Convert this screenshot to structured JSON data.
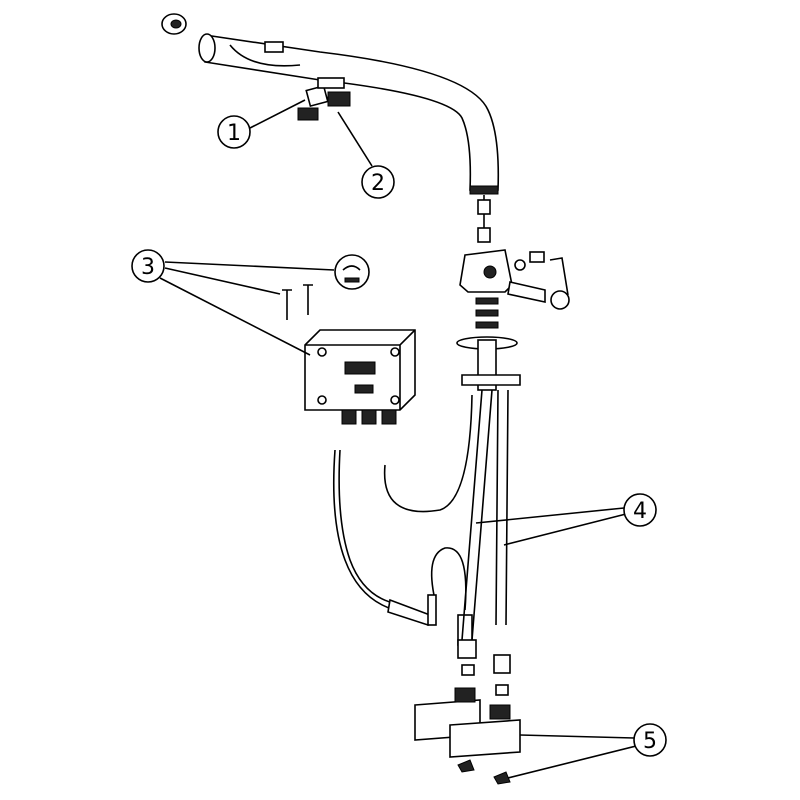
{
  "diagram": {
    "type": "exploded-parts-view",
    "callouts": [
      {
        "id": "1",
        "label": "1"
      },
      {
        "id": "2",
        "label": "2"
      },
      {
        "id": "3",
        "label": "3"
      },
      {
        "id": "4",
        "label": "4"
      },
      {
        "id": "5",
        "label": "5"
      }
    ],
    "colors": {
      "line": "#000000",
      "background": "#ffffff"
    }
  }
}
